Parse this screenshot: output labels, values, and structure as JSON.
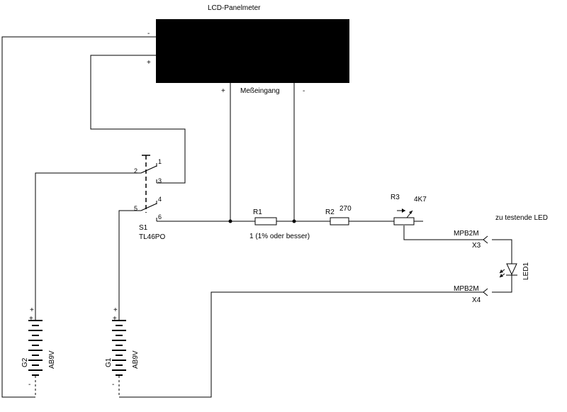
{
  "schematic": {
    "panel_meter": {
      "title": "LCD-Panelmeter",
      "input_label": "Meßeingang",
      "supply_minus": "-",
      "supply_plus": "+",
      "input_plus": "+",
      "input_minus": "-"
    },
    "switch": {
      "ref": "S1",
      "part": "TL46PO",
      "pins": [
        "1",
        "2",
        "3",
        "4",
        "5",
        "6"
      ]
    },
    "resistors": {
      "r1_ref": "R1",
      "r1_value": "1 (1% oder besser)",
      "r2_ref": "R2",
      "r2_value": "270",
      "r3_ref": "R3",
      "r3_value": "4K7"
    },
    "led": {
      "caption": "zu testende LED",
      "ref": "LED1"
    },
    "connectors": {
      "x3_part": "MPB2M",
      "x3_ref": "X3",
      "x4_part": "MPB2M",
      "x4_ref": "X4"
    },
    "batteries": {
      "g1_ref": "G1",
      "g1_value": "AB9V",
      "g2_ref": "G2",
      "g2_value": "AB9V",
      "plus": "+",
      "minus": "-"
    }
  },
  "colors": {
    "ink": "#000000",
    "background": "#ffffff"
  }
}
